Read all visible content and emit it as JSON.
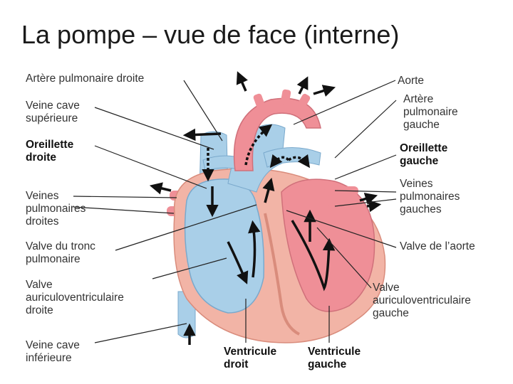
{
  "title": "La pompe – vue de face (interne)",
  "labels": {
    "arteres_pulm_droite": "Artère pulmonaire droite",
    "aorte": "Aorte",
    "veine_cave_sup": "Veine cave\nsupérieure",
    "artere_pulm_gauche": "Artère\npulmonaire\ngauche",
    "oreillette_droite": "Oreillette\ndroite",
    "oreillette_gauche": "Oreillette\ngauche",
    "veines_pulm_droites": "Veines\npulmonaires\ndroites",
    "veines_pulm_gauches": "Veines\npulmonaires\ngauches",
    "valve_tronc_pulm": "Valve du tronc\npulmonaire",
    "valve_aorte": "Valve de l’aorte",
    "valve_av_droite": "Valve\nauriculoventriculaire\ndroite",
    "valve_av_gauche": "Valve\nauriculoventriculaire\ngauche",
    "veine_cave_inf": "Veine cave\ninférieure",
    "ventricule_droit": "Ventricule\ndroit",
    "ventricule_gauche": "Ventricule\ngauche"
  },
  "colors": {
    "oxygen_poor": "#a9cfe8",
    "oxygen_rich": "#ef8f97",
    "muscle": "#f2b4a6",
    "leader_line": "#222222"
  }
}
